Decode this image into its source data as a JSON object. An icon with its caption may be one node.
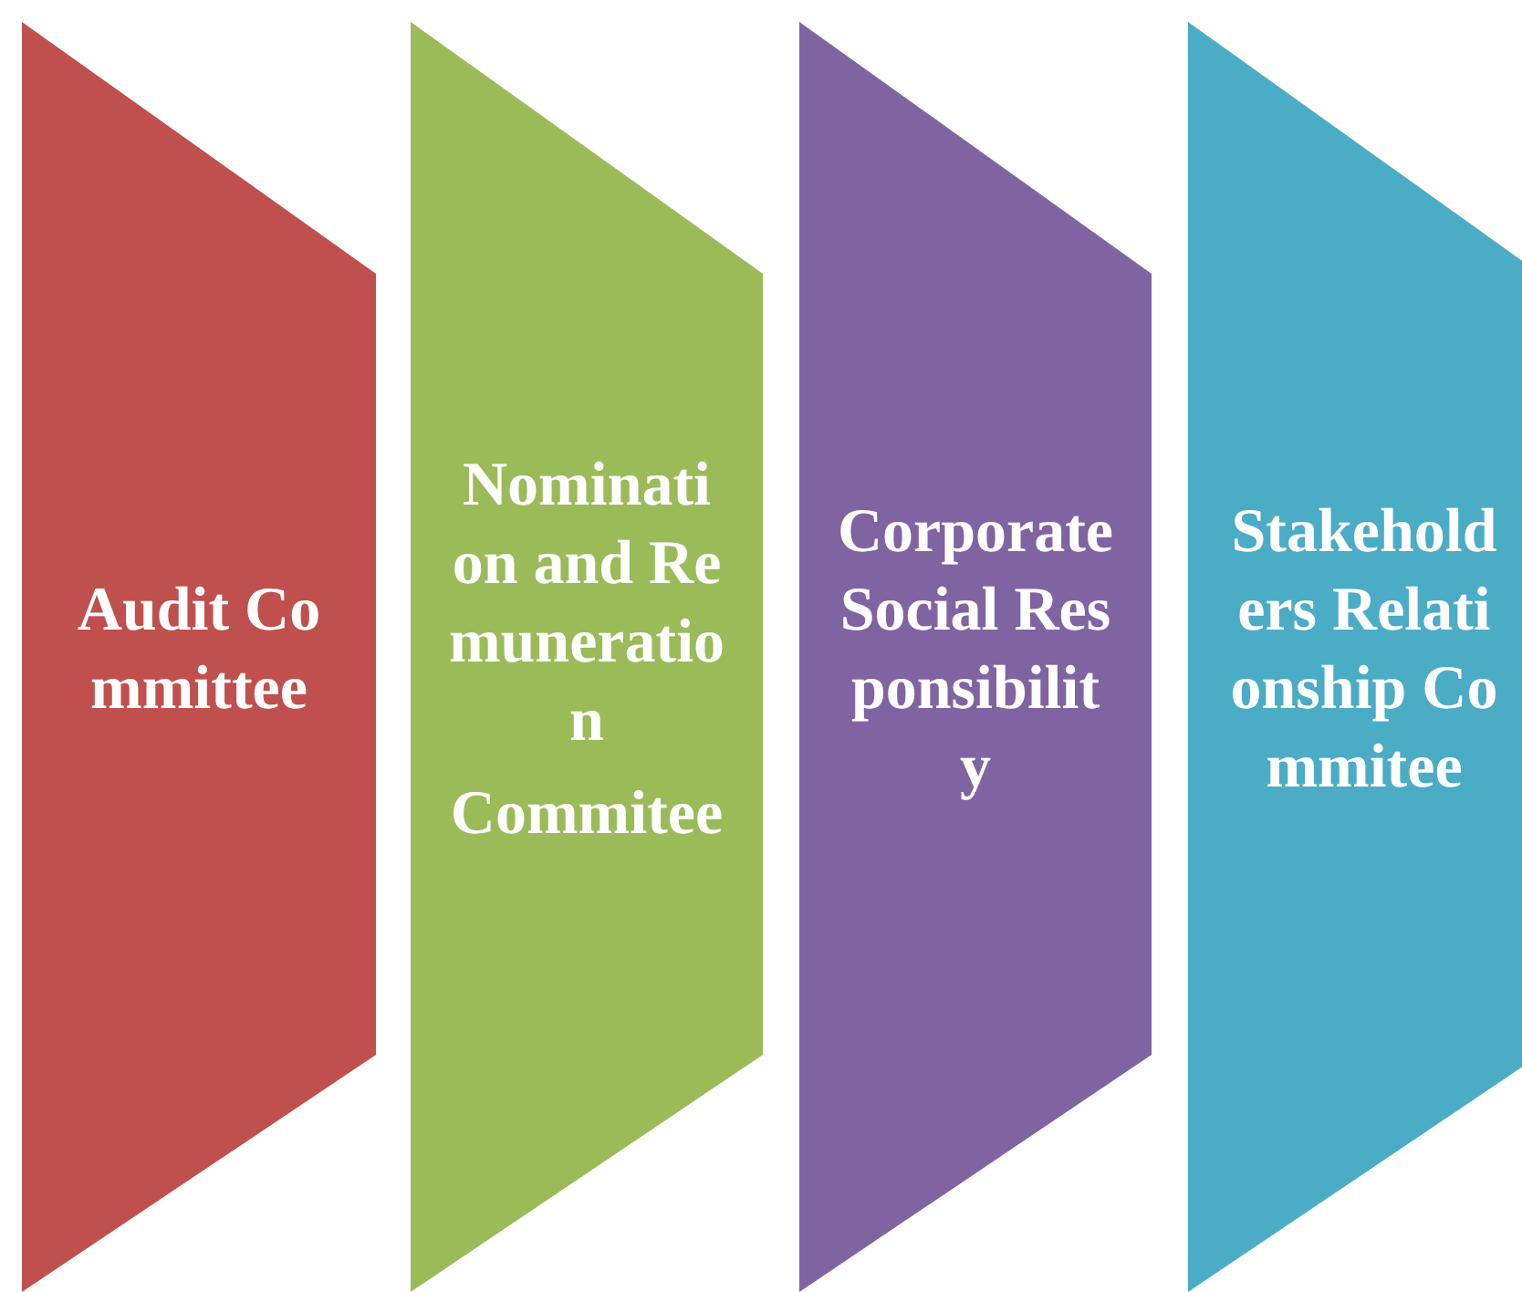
{
  "diagram": {
    "nodes": [
      {
        "text": [
          "Audit Committee"
        ]
      },
      {
        "text": [
          "Nomination and Remuneration",
          "Commitee"
        ]
      },
      {
        "text": [
          "Corporate Social Responsibility"
        ]
      },
      {
        "text": [
          "Stakeholders Relationship Commitee"
        ]
      }
    ]
  }
}
